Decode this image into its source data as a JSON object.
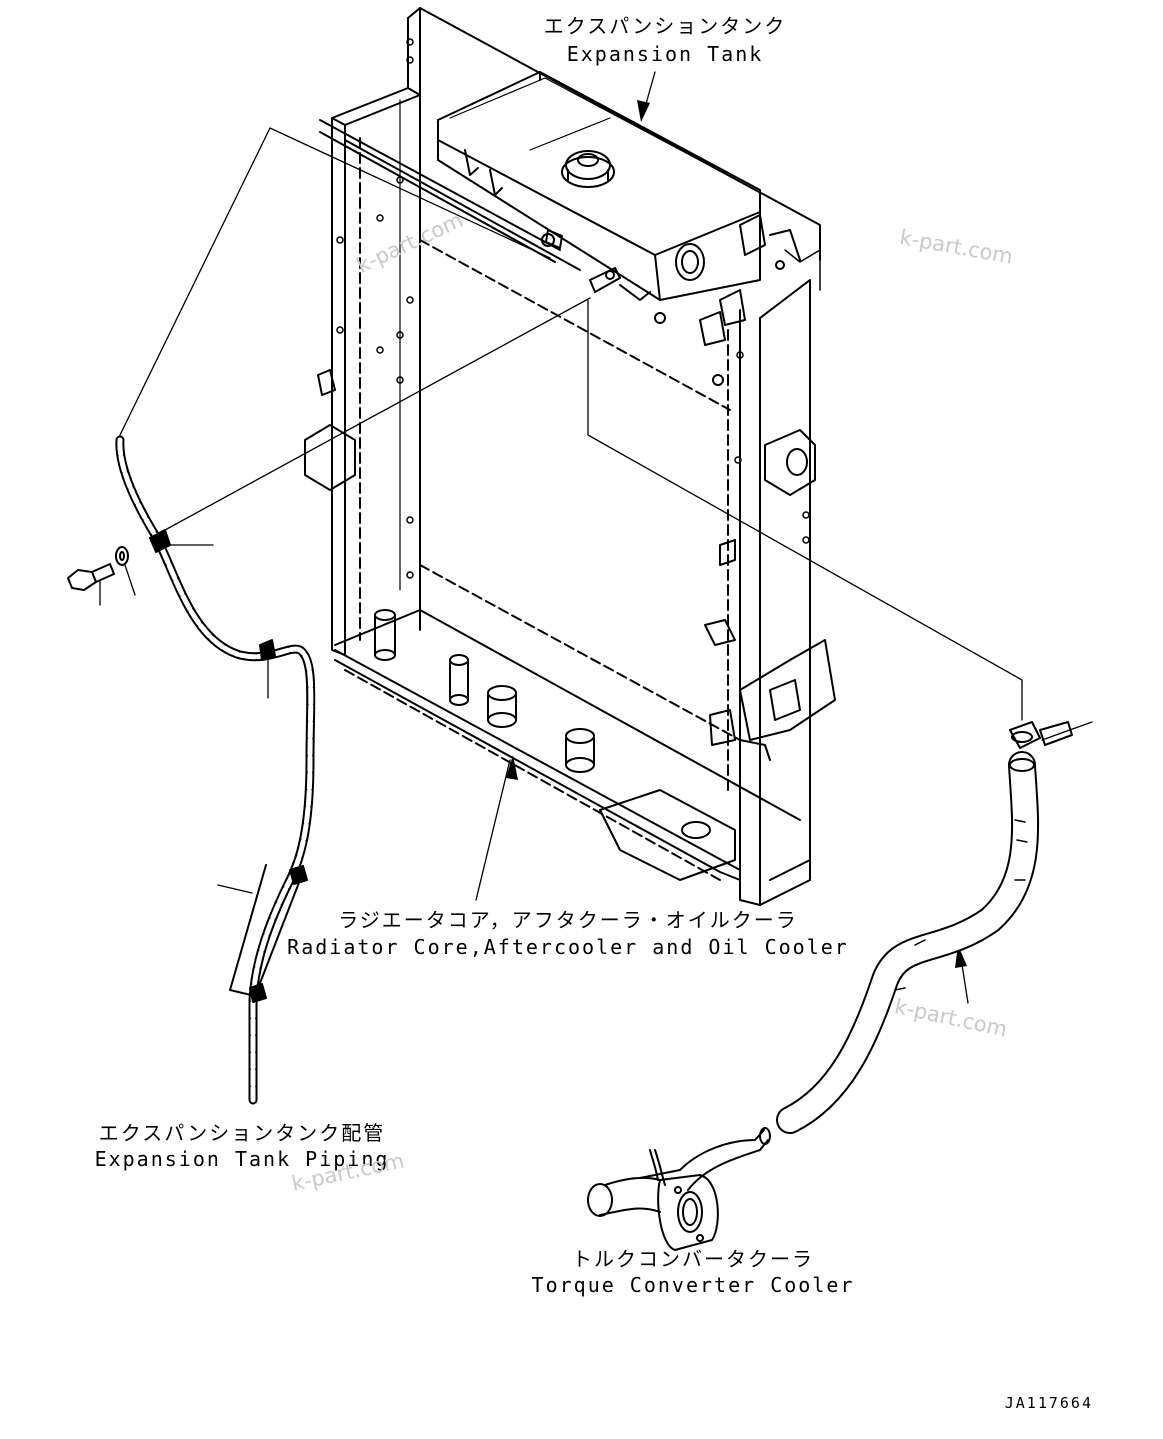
{
  "labels": {
    "expansion_tank_jp": "エクスパンションタンク",
    "expansion_tank_en": "Expansion Tank",
    "radiator_jp": "ラジエータコア，アフタクーラ・オイルクーラ",
    "radiator_en": "Radiator Core,Aftercooler and Oil Cooler",
    "piping_jp": "エクスパンションタンク配管",
    "piping_en": "Expansion Tank Piping",
    "torque_jp": "トルクコンバータクーラ",
    "torque_en": "Torque Converter Cooler"
  },
  "drawing_code": "JA117664",
  "watermark": "k-part.com",
  "colors": {
    "line": "#000000",
    "watermark": "#c9c9c9",
    "background": "#ffffff"
  }
}
